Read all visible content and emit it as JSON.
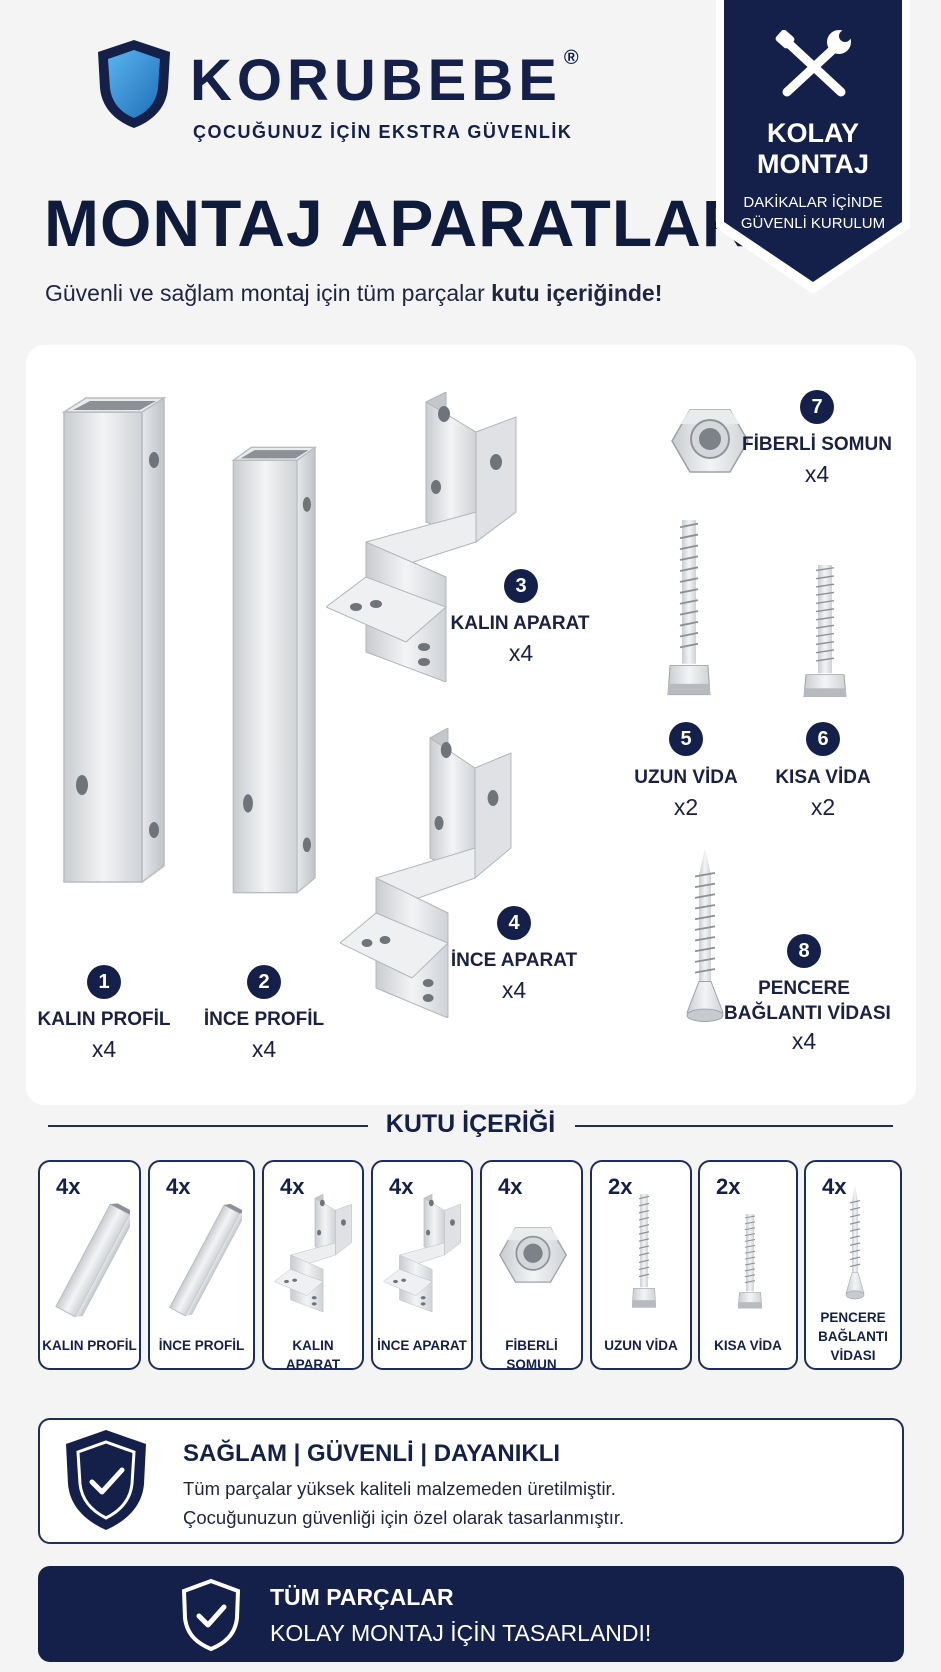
{
  "header": {
    "brand": "KORUBEBE",
    "registered": "®",
    "tagline": "ÇOCUĞUNUZ İÇİN EKSTRA GÜVENLİK",
    "title": "MONTAJ APARATLARI",
    "subtitle_prefix": "Güvenli ve sağlam montaj için tüm parçalar ",
    "subtitle_bold": "kutu içeriğinde!"
  },
  "badge": {
    "title_line1": "KOLAY",
    "title_line2": "MONTAJ",
    "sub_line1": "DAKİKALAR İÇİNDE",
    "sub_line2": "GÜVENLİ KURULUM",
    "icon": "tools-icon"
  },
  "parts": [
    {
      "num": "1",
      "label": "KALIN PROFİL",
      "qty": "x4"
    },
    {
      "num": "2",
      "label": "İNCE PROFİL",
      "qty": "x4"
    },
    {
      "num": "3",
      "label": "KALIN APARAT",
      "qty": "x4"
    },
    {
      "num": "4",
      "label": "İNCE APARAT",
      "qty": "x4"
    },
    {
      "num": "5",
      "label": "UZUN VİDA",
      "qty": "x2"
    },
    {
      "num": "6",
      "label": "KISA VİDA",
      "qty": "x2"
    },
    {
      "num": "7",
      "label": "FİBERLİ SOMUN",
      "qty": "x4"
    },
    {
      "num": "8",
      "label_line1": "PENCERE",
      "label_line2": "BAĞLANTI VİDASI",
      "qty": "x4"
    }
  ],
  "box_contents": {
    "title": "KUTU İÇERİĞİ",
    "items": [
      {
        "qty": "4x",
        "label": "KALIN PROFİL"
      },
      {
        "qty": "4x",
        "label": "İNCE PROFİL"
      },
      {
        "qty": "4x",
        "label": "KALIN APARAT"
      },
      {
        "qty": "4x",
        "label": "İNCE APARAT"
      },
      {
        "qty": "4x",
        "label": "FİBERLİ SOMUN"
      },
      {
        "qty": "2x",
        "label": "UZUN VİDA"
      },
      {
        "qty": "2x",
        "label": "KISA VİDA"
      },
      {
        "qty": "4x",
        "label_line1": "PENCERE",
        "label_line2": "BAĞLANTI",
        "label_line3": "VİDASI"
      }
    ]
  },
  "info": {
    "title": "SAĞLAM | GÜVENLİ | DAYANIKLI",
    "line1": "Tüm parçalar yüksek kaliteli malzemeden üretilmiştir.",
    "line2": "Çocuğunuzun güvenliği için özel olarak tasarlanmıştır."
  },
  "footer": {
    "line1": "TÜM PARÇALAR",
    "line2": "KOLAY MONTAJ İÇİN TASARLANDI!"
  },
  "colors": {
    "navy": "#14204a",
    "shield_blue": "#2f8fd6",
    "metal": "#d9dbde",
    "background": "#f4f4f5"
  }
}
